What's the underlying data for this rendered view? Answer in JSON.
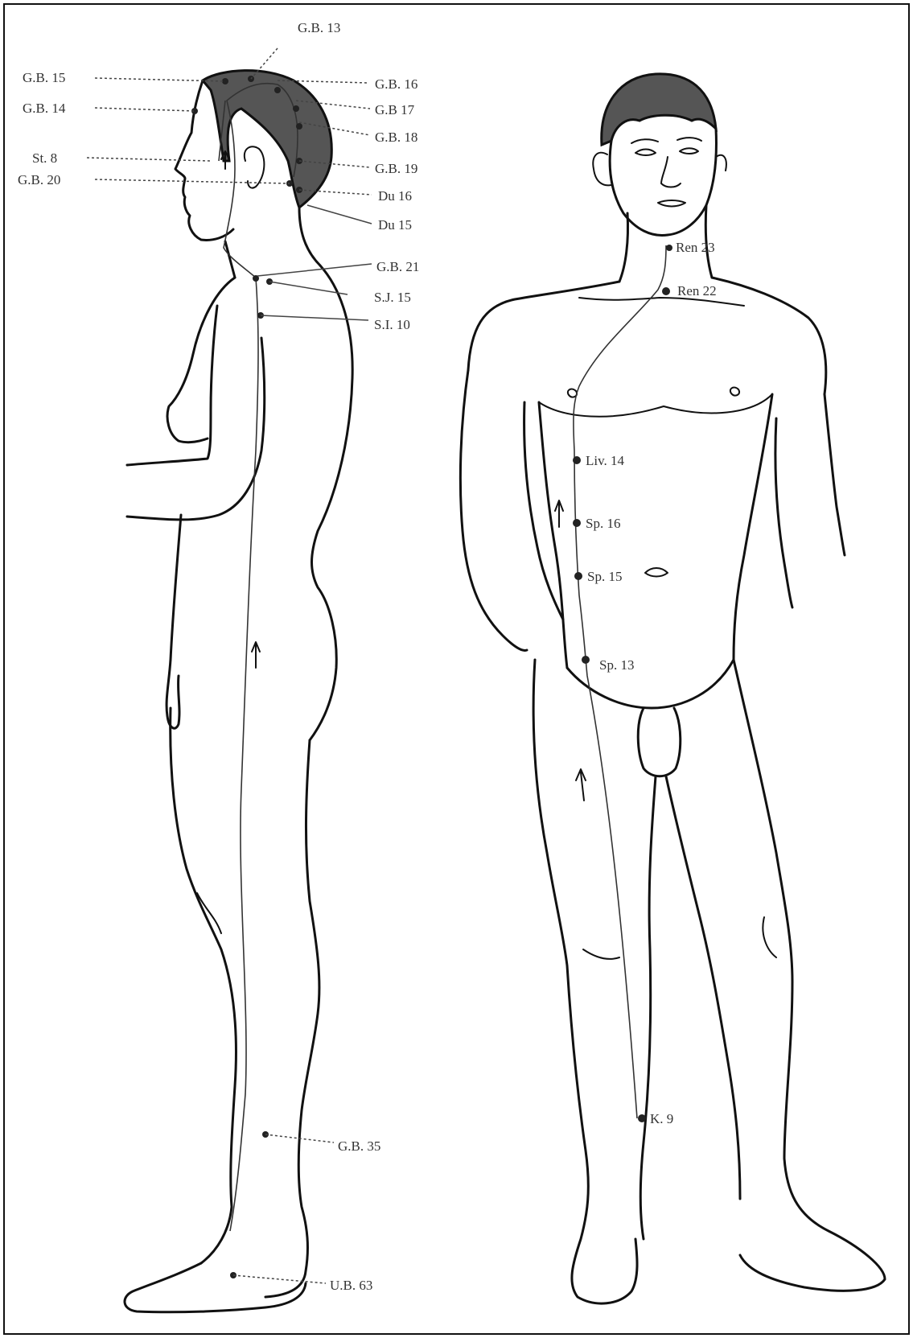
{
  "figure": {
    "colors": {
      "line": "#111111",
      "point": "#222222",
      "hair": "#555555",
      "background": "#ffffff"
    },
    "side_view": {
      "labels": {
        "gb13": "G.B. 13",
        "gb15": "G.B. 15",
        "gb14": "G.B. 14",
        "st8": "St. 8",
        "gb20": "G.B. 20",
        "gb16": "G.B. 16",
        "gb17": "G.B 17",
        "gb18": "G.B. 18",
        "gb19": "G.B. 19",
        "du16": "Du 16",
        "du15": "Du 15",
        "gb21": "G.B. 21",
        "sj15": "S.J. 15",
        "si10": "S.I. 10",
        "gb35": "G.B. 35",
        "ub63": "U.B. 63"
      }
    },
    "front_view": {
      "labels": {
        "ren23": "Ren 23",
        "ren22": "Ren 22",
        "liv14": "Liv. 14",
        "sp16": "Sp. 16",
        "sp15": "Sp. 15",
        "sp13": "Sp. 13",
        "k9": "K. 9"
      }
    }
  }
}
